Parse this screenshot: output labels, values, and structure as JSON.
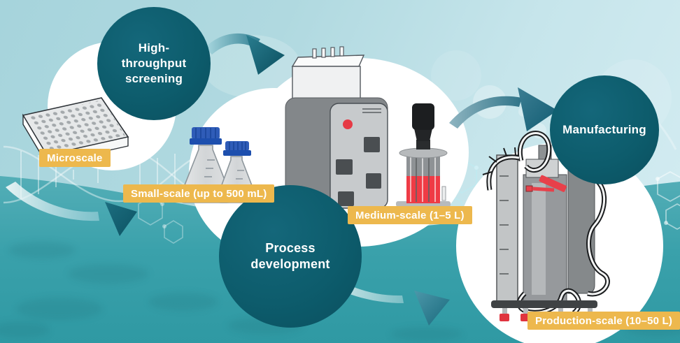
{
  "circles": {
    "hts": {
      "lines": [
        "High-",
        "throughput",
        "screening"
      ]
    },
    "process": {
      "lines": [
        "Process",
        "development"
      ]
    },
    "manufacturing": {
      "lines": [
        "Manufacturing"
      ]
    }
  },
  "scale_labels": {
    "microscale": "Microscale",
    "small": "Small-scale (up to 500 mL)",
    "medium": "Medium-scale (1–5 L)",
    "production": "Production-scale (10–50 L)"
  },
  "illustrations": {
    "microscale": "96-well-microplate",
    "small": "erlenmeyer-shake-flasks",
    "medium": "benchtop-bioreactor-controller-and-vessel",
    "production": "pilot-scale-bioreactor"
  },
  "colors": {
    "stage_circle": "#0d5c6c",
    "label_bg": "#edb84d",
    "label_text": "#ffffff",
    "circle_text": "#ffffff",
    "arrow_teal": "#0f5e6f",
    "accent_red": "#ee3a44",
    "flask_cap_blue": "#2f5cb8",
    "water_teal": "#3aa1ab"
  }
}
